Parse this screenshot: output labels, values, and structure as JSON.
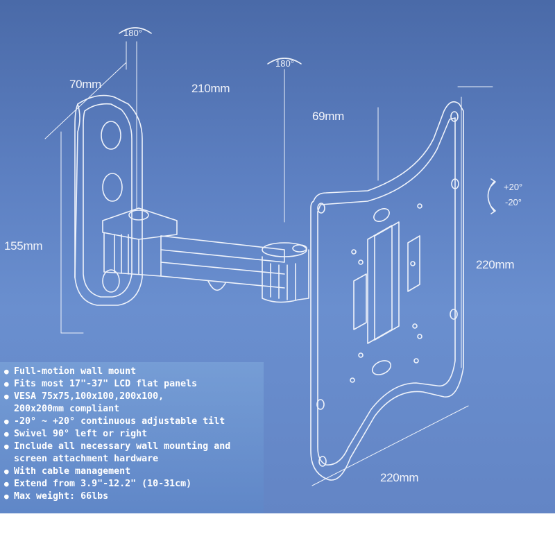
{
  "dimensions": {
    "wall_depth": "70mm",
    "arm_length": "210mm",
    "plate_depth": "69mm",
    "wall_height": "155mm",
    "plate_height": "220mm",
    "plate_width": "220mm"
  },
  "rotation": {
    "wall_swivel": "180°",
    "arm_swivel": "180°",
    "tilt_up": "+20°",
    "tilt_down": "-20°"
  },
  "features": [
    {
      "text": "Full-motion wall mount"
    },
    {
      "text": "Fits most 17\"-37\" LCD flat panels"
    },
    {
      "text": "VESA 75x75,100x100,200x100,",
      "cont": "200x200mm compliant"
    },
    {
      "text": "-20° ~ +20° continuous adjustable tilt"
    },
    {
      "text": "Swivel  90° left or right"
    },
    {
      "text": "Include all necessary wall mounting and",
      "cont": "screen attachment hardware"
    },
    {
      "text": "With cable management"
    },
    {
      "text": "Extend from 3.9\"-12.2\" (10-31cm)"
    },
    {
      "text": "Max weight: 66lbs"
    }
  ],
  "colors": {
    "box_blue": "#5d80c2",
    "line_white": "#eef2fa",
    "feature_panel": "#7aa0d8"
  }
}
